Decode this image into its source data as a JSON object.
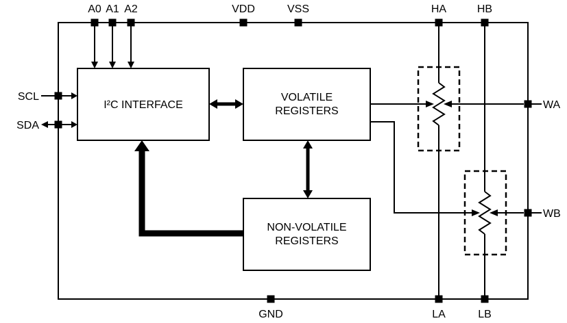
{
  "diagram": {
    "pins": {
      "a0": "A0",
      "a1": "A1",
      "a2": "A2",
      "vdd": "VDD",
      "vss": "VSS",
      "ha": "HA",
      "hb": "HB",
      "scl": "SCL",
      "sda": "SDA",
      "wa": "WA",
      "wb": "WB",
      "gnd": "GND",
      "la": "LA",
      "lb": "LB"
    },
    "blocks": {
      "i2c": "I²C INTERFACE",
      "volatile_line1": "VOLATILE",
      "volatile_line2": "REGISTERS",
      "nonvolatile_line1": "NON-VOLATILE",
      "nonvolatile_line2": "REGISTERS"
    },
    "colors": {
      "line": "#000000",
      "background": "#ffffff"
    }
  }
}
